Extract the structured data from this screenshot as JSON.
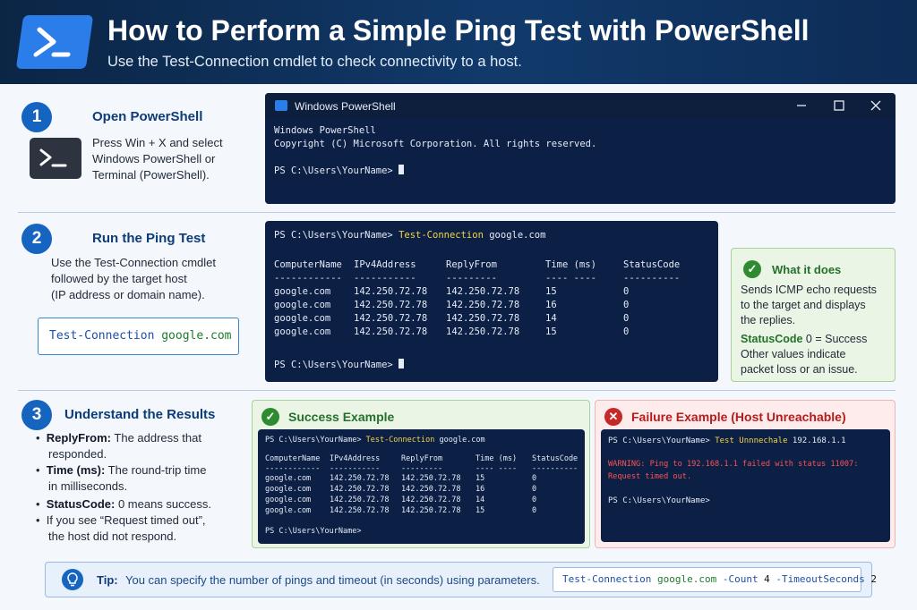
{
  "header": {
    "title": "How to Perform a Simple Ping Test with PowerShell",
    "subtitle": "Use the Test-Connection cmdlet to check connectivity to a host."
  },
  "step1": {
    "num": "1",
    "title": "Open PowerShell",
    "text1": "Press Win + X and select",
    "text2": "Windows PowerShell or",
    "text3": "Terminal (PowerShell).",
    "window_title": "Windows PowerShell",
    "term_line1": "Windows PowerShell",
    "term_line2": "Copyright (C) Microsoft Corporation. All rights reserved.",
    "prompt": "PS C:\\Users\\YourName> "
  },
  "step2": {
    "num": "2",
    "title": "Run the Ping Test",
    "text1": "Use the Test-Connection cmdlet",
    "text2": "followed by the target host",
    "text3": "(IP address or domain name).",
    "code_cmd": "Test-Connection",
    "code_arg": "google.com",
    "prompt": "PS C:\\Users\\YourName> ",
    "cmd": "Test-Connection",
    "arg": " google.com",
    "headers": [
      "ComputerName",
      "IPv4Address",
      "ReplyFrom",
      "Time (ms)",
      "StatusCode"
    ],
    "dashes": [
      "------------",
      "-----------",
      "---------",
      "---- ----",
      "----------"
    ],
    "rows": [
      [
        "google.com",
        "142.250.72.78",
        "142.250.72.78",
        "15",
        "0"
      ],
      [
        "google.com",
        "142.250.72.78",
        "142.250.72.78",
        "16",
        "0"
      ],
      [
        "google.com",
        "142.250.72.78",
        "142.250.72.78",
        "14",
        "0"
      ],
      [
        "google.com",
        "142.250.72.78",
        "142.250.72.78",
        "15",
        "0"
      ]
    ],
    "end_prompt": "PS C:\\Users\\YourName> "
  },
  "what_it_does": {
    "title": "What it does",
    "line1": "Sends ICMP echo requests",
    "line2": "to the target and displays",
    "line3": "the replies.",
    "status_label": "StatusCode",
    "status_rest": " 0 = Success",
    "line5": "Other values indicate",
    "line6": "packet loss or an issue."
  },
  "step3": {
    "num": "3",
    "title": "Understand the Results",
    "b1_label": "ReplyFrom:",
    "b1_text": " The address that",
    "b1_text2": "responded.",
    "b2_label": "Time (ms):",
    "b2_text": " The round-trip time",
    "b2_text2": "in milliseconds.",
    "b3_label": "StatusCode:",
    "b3_text": " 0 means success.",
    "b4_text": "If you see “Request timed out”,",
    "b4_text2": "the host did not respond."
  },
  "success": {
    "title": "Success Example",
    "prompt": "PS C:\\Users\\YourName> ",
    "cmd": "Test-Connection",
    "arg": " google.com",
    "end_prompt": "PS C:\\Users\\YourName>"
  },
  "failure": {
    "title": "Failure Example (Host Unreachable)",
    "prompt": "PS C:\\Users\\YourName> ",
    "cmd": "Test Unnnechale",
    "arg": " 192.168.1.1",
    "warn1": "WARNING: Ping to 192.168.1.1 failed with status 11007:",
    "warn2": "Request timed out.",
    "end_prompt": "PS C:\\Users\\YourName>"
  },
  "tip": {
    "label": "Tip:",
    "text": "You can specify the number of pings and timeout (in seconds) using parameters.",
    "code_cmd": "Test-Connection",
    "code_arg": " google.com",
    "code_p1": " -Count",
    "code_v1": " 4",
    "code_p2": " -TimeoutSeconds",
    "code_v2": " 2"
  },
  "colors": {
    "accent": "#1565c0",
    "terminal_bg": "#0c1f45",
    "prompt_yellow": "#f5d547",
    "success_green": "#2e8b30",
    "failure_red": "#c62828"
  },
  "icons": [
    "powershell-logo-icon",
    "terminal-icon",
    "check-icon",
    "x-icon",
    "lightbulb-icon",
    "minimize-icon",
    "maximize-icon",
    "close-icon"
  ]
}
